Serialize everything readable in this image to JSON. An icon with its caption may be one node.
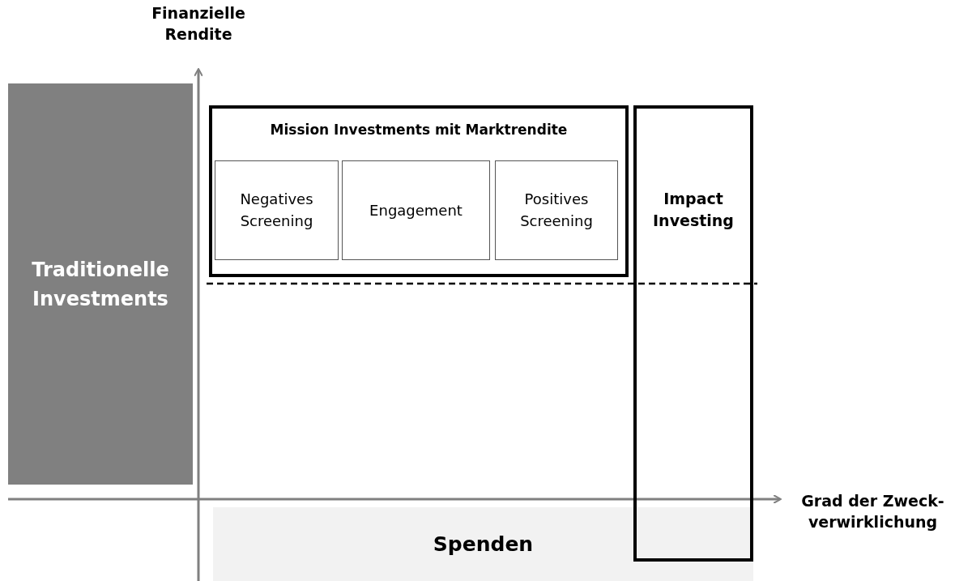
{
  "diagram": {
    "nodes": [
      {
        "text": [
          "Traditionelle Investments"
        ]
      },
      {
        "text": [
          "Mission Investments mit Marktrendite"
        ]
      },
      {
        "text": [
          "Negatives Screening"
        ],
        "in": 1
      },
      {
        "text": [
          "Engagement"
        ],
        "in": 1
      },
      {
        "text": [
          "Positives Screening"
        ],
        "in": 1
      },
      {
        "text": [
          "Impact Investing"
        ]
      },
      {
        "text": [
          "Spenden"
        ]
      }
    ],
    "edges": [],
    "labels": [
      "Finanzielle Rendite",
      "Grad der Zweck-verwirklichung"
    ]
  }
}
